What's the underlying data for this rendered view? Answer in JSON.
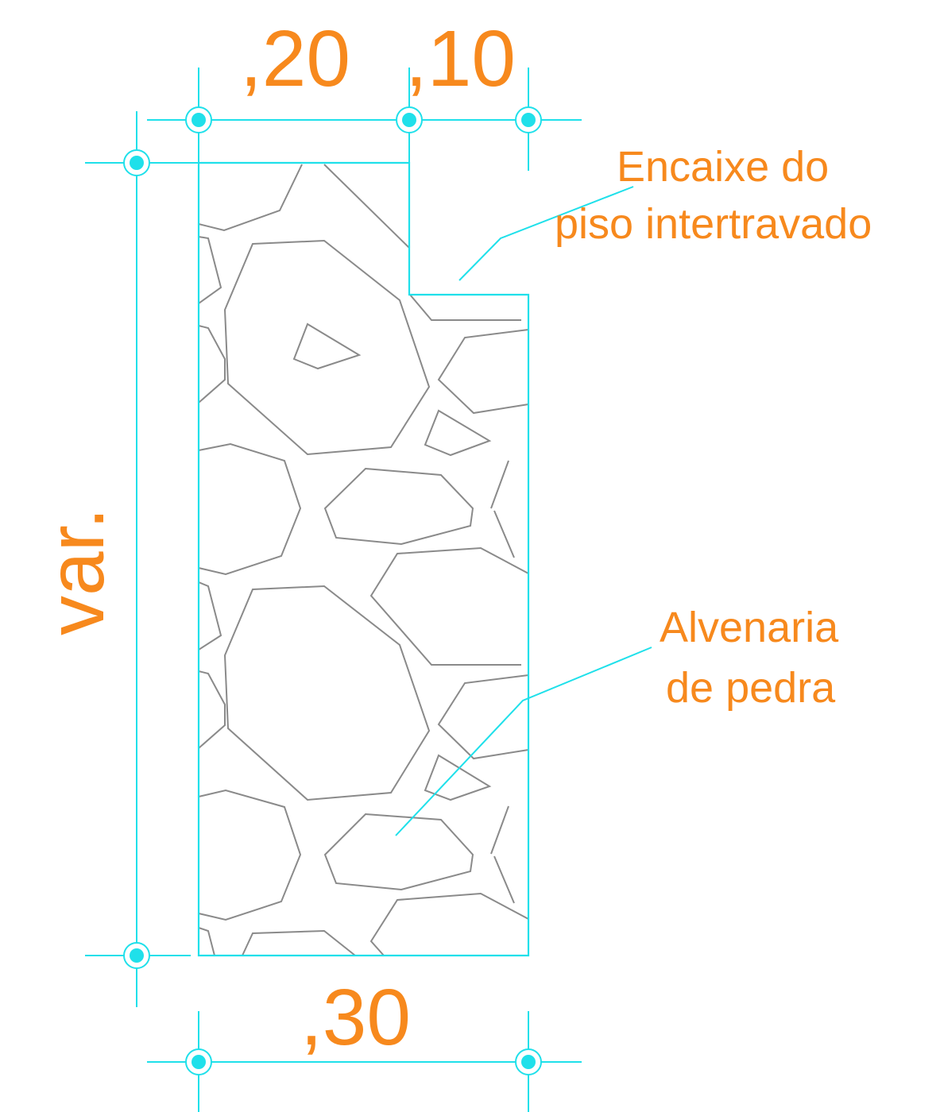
{
  "dimensions": {
    "top_left": ",20",
    "top_right": ",10",
    "bottom": ",30",
    "height": "var."
  },
  "annotations": {
    "encaixe": {
      "line1": "Encaixe do",
      "line2": "piso intertravado"
    },
    "alvenaria": {
      "line1": "Alvenaria",
      "line2": "de pedra"
    }
  },
  "colors": {
    "text": "#f7891d",
    "dimension_lines": "#1fe0ea",
    "stone_outline": "#8a8a8a",
    "background": "#ffffff"
  }
}
